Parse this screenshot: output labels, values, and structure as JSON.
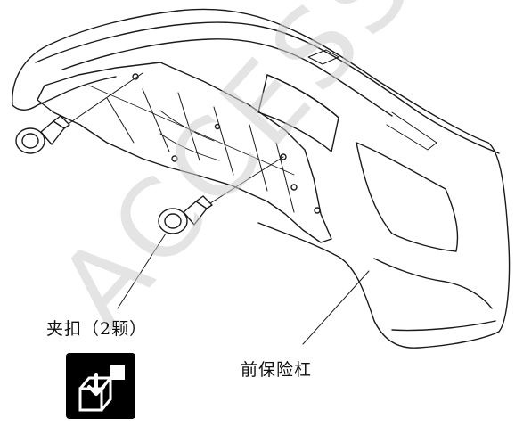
{
  "watermark": {
    "text": "ACCESS"
  },
  "callouts": {
    "clip_label": "夹扣（2颗）",
    "bumper_label": "前保险杠"
  },
  "icons": {
    "part_removal": "remove-part-from-box-icon"
  },
  "colors": {
    "line": "#1a1a1a",
    "watermark": "#cfcfcf",
    "icon_bg": "#000000"
  }
}
